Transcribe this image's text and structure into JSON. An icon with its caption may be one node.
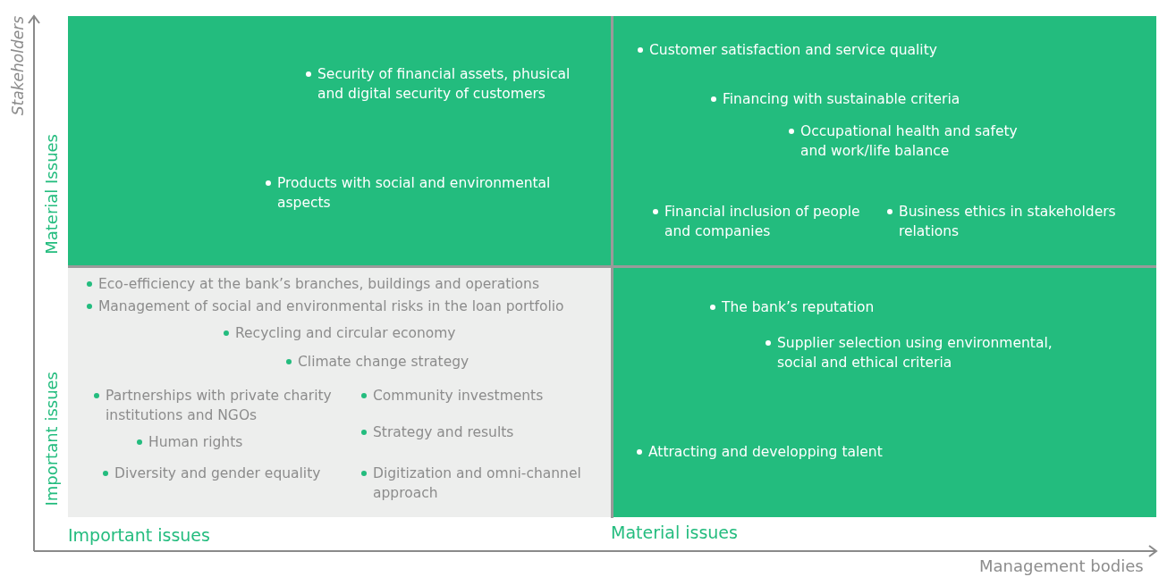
{
  "diagram": {
    "nodes": [
      {
        "text": [
          "Security of financial assets, phusical and digital security of customers",
          "Products with social and environmental aspects"
        ]
      },
      {
        "text": [
          "Customer satisfaction and service quality",
          "Financing with sustainable criteria",
          "Occupational health and safety and work/life balance",
          "Financial inclusion of people and companies",
          "Business ethics in stakeholders relations"
        ]
      },
      {
        "text": [
          "Eco-efficiency at the bank’s branches, buildings and operations",
          "Management of social and environmental risks in the loan portfolio",
          "Recycling and circular economy",
          "Climate change strategy",
          "Partnerships with private charity institutions and NGOs",
          "Community investments",
          "Human rights",
          "Strategy and results",
          "Diversity and gender equality",
          "Digitization and omni-channel approach"
        ]
      },
      {
        "text": [
          "The bank’s reputation",
          "Supplier selection using environmental, social and ethical criteria",
          "Attracting and developping talent"
        ]
      }
    ],
    "edges": [],
    "labels": [
      "Stakeholders",
      "Material Issues",
      "Important issues",
      "Important issues",
      "Material issues",
      "Management bodies"
    ]
  }
}
